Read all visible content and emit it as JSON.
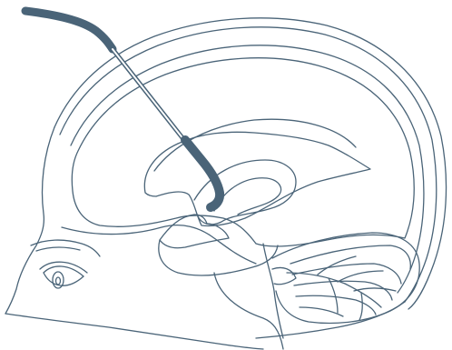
{
  "colors": {
    "background": "#ffffff",
    "line": "#4a6478",
    "catheter": "#4a6478"
  },
  "figure": {
    "kind": "sagittal head cross-section line drawing with inserted ventricular catheter",
    "parts": [
      "scalp-outline",
      "skull-outer-table",
      "skull-inner-table",
      "brain-outline",
      "lateral-ventricle",
      "third-ventricle",
      "brainstem",
      "cerebellum",
      "eye",
      "face-profile",
      "ventricular-catheter"
    ]
  }
}
